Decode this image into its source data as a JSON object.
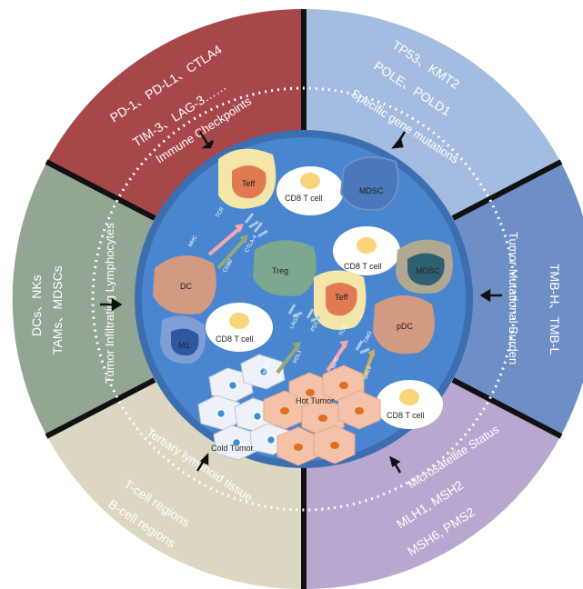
{
  "segments": {
    "immune_checkpoints": {
      "label": "Immune Checkpoints",
      "line1": "PD-1、PD-L1、CTLA4",
      "line2": "TIM-3、LAG-3……"
    },
    "gene_mutations": {
      "label": "Specific gene mutations",
      "line1": "TP53、KMT2",
      "line2": "POLE、POLD1"
    },
    "tmb": {
      "label": "Tumor Mutational Burden",
      "line1": "TMB-H、TMB-L"
    },
    "msi": {
      "label": "Microsatellite Status",
      "line1": "MLH1, MSH2",
      "line2": "MSH6, PMS2"
    },
    "tls": {
      "label": "Tertiary lymphoid tissue",
      "line1": "T-cell regions",
      "line2": "B-cell regions"
    },
    "til": {
      "label": "Tumor Infiltrating Lymphocytes",
      "line1": "DCs、NKs",
      "line2": "TAMs、MDSCs"
    }
  },
  "cells": {
    "teff_top": "Teff",
    "cd8_1": "CD8 T cell",
    "mdsc_top": "MDSC",
    "dc": "DC",
    "treg": "Treg",
    "cd8_2": "CD8 T cell",
    "mdsc_right": "MDSC",
    "teff_mid": "Teff",
    "m1": "M1",
    "cd8_3": "CD8 T cell",
    "pdc": "pDC",
    "cd8_4": "CD8 T cell",
    "hot_tumor": "Hot Tumor",
    "cold_tumor": "Cold Tumor"
  },
  "receptors": {
    "mhc_top": "MHC",
    "tcr_top": "TCR",
    "cd80": "CD80",
    "ctla4": "CTLA-4",
    "lag3": "LAG3",
    "pd1": "PD1",
    "tcr_mid": "TCR",
    "tim3": "TIM3",
    "mhcii": "MHCII",
    "pdl1": "PDL1",
    "mhc_mid": "MHC",
    "gal9": "GAL9"
  },
  "colors": {
    "immune_checkpoints": "#a8474a",
    "gene_mutations": "#a3bcdf",
    "tmb": "#6e8fc6",
    "msi": "#b8a7cf",
    "tls": "#dcd7c0",
    "til": "#93a694",
    "center": "#4a86cf",
    "inner_ring": "#3b6fb0"
  },
  "icons": {
    "arrow": "arrow-icon"
  }
}
